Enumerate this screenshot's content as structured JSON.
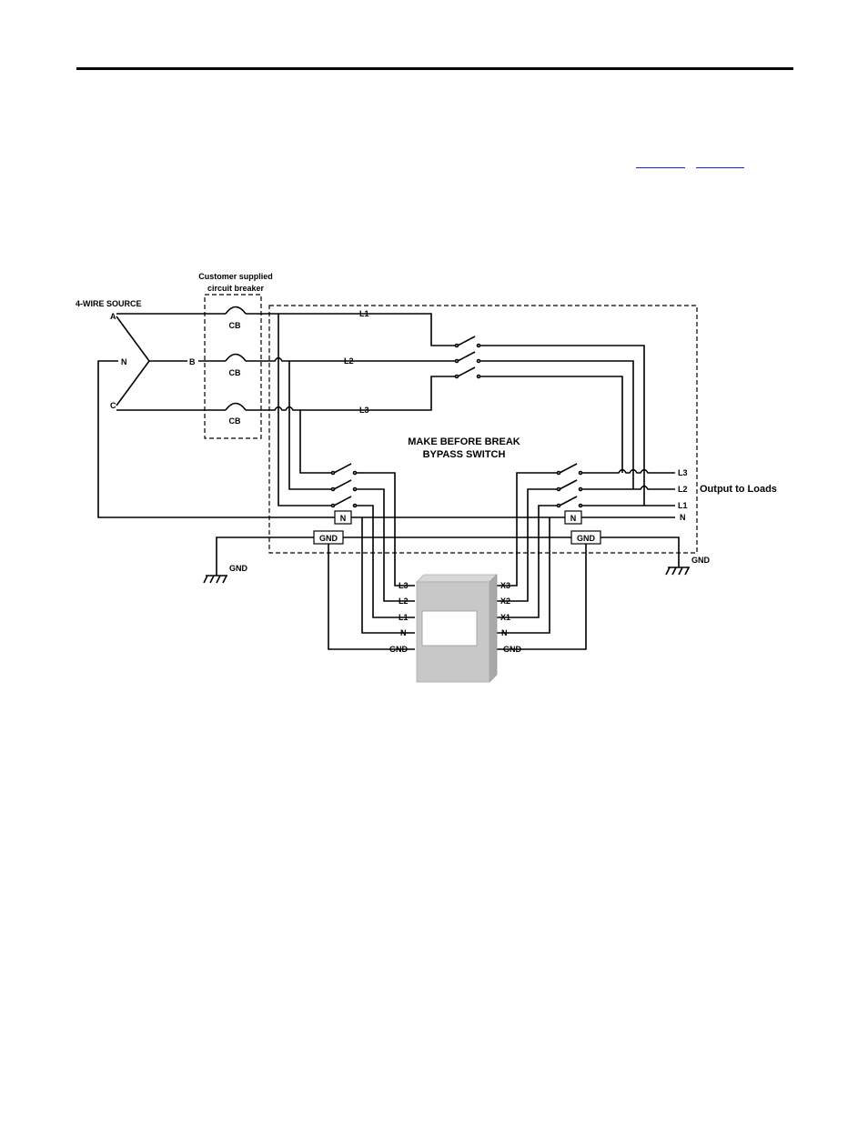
{
  "labels": {
    "cb_group": "Customer supplied",
    "cb_group_2": "circuit breaker",
    "source": "4-WIRE SOURCE",
    "phase_a": "A",
    "phase_b": "B",
    "phase_c": "C",
    "neutral": "N",
    "cb": "CB",
    "l1": "L1",
    "l2": "L2",
    "l3": "L3",
    "bypass_1": "MAKE BEFORE BREAK",
    "bypass_2": "BYPASS SWITCH",
    "out_l3": "L3",
    "out_l2": "L2",
    "out_l1": "L1",
    "out_n": "N",
    "output": "Output to Loads",
    "n_block": "N",
    "gnd_block": "GND",
    "gnd": "GND",
    "ups_l3": "L3",
    "ups_l2": "L2",
    "ups_l1": "L1",
    "ups_n": "N",
    "ups_gnd": "GND",
    "ups_x3": "X3",
    "ups_x2": "X2",
    "ups_x1": "X1"
  },
  "colors": {
    "line": "#000000",
    "link": "#1a1aff",
    "unit_fill": "#c8c8c8"
  }
}
